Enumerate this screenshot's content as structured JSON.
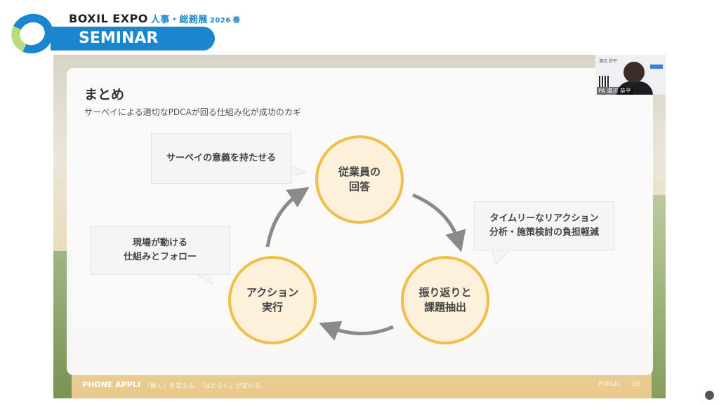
{
  "event_logo": {
    "brand": "BOXIL EXPO",
    "event_jp": "人事・総務展",
    "year": "2026",
    "season_mark": "春",
    "seminar_label": "SEMINAR",
    "colors": {
      "primary": "#1a86cf",
      "accent": "#b8dd7a"
    }
  },
  "slide": {
    "title": "まとめ",
    "subtitle": "サーベイによる適切なPDCAが回る仕組み化が成功のカギ",
    "cycle": [
      {
        "line1": "従業員の",
        "line2": "回答"
      },
      {
        "line1": "振り返りと",
        "line2": "課題抽出"
      },
      {
        "line1": "アクション",
        "line2": "実行"
      }
    ],
    "callouts": [
      {
        "line1": "サーベイの意義を持たせる",
        "line2": ""
      },
      {
        "line1": "タイムリーなリアクション",
        "line2": "分析・施策検討の負担軽減"
      },
      {
        "line1": "現場が動ける",
        "line2": "仕組みとフォロー"
      }
    ],
    "colors": {
      "circle_fill": "#fdf1dc",
      "circle_stroke": "#efbf4a",
      "arrow": "#8a8a8a"
    },
    "footer": {
      "brand": "PHONE APPLI",
      "tagline": "「働く」を変える、「はたらく」が変わる。",
      "classification": "PUBLIC",
      "page": "25"
    }
  },
  "webcam": {
    "name_tag": "PA 渡辺 恭平",
    "card_name": "渡辺 恭平"
  }
}
